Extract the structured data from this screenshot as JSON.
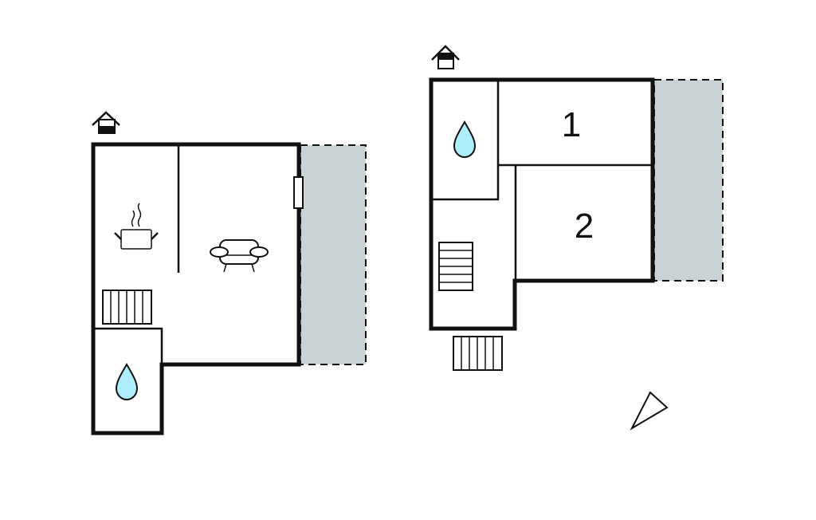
{
  "floors": [
    {
      "name": "ground-floor",
      "rooms": [
        "kitchen",
        "living-room",
        "bathroom"
      ],
      "icons": [
        "house-entrance-icon",
        "cooking-pot-icon",
        "sofa-icon",
        "stairs-icon",
        "water-drop-icon"
      ]
    },
    {
      "name": "upper-floor",
      "rooms": [
        {
          "label": "1"
        },
        {
          "label": "2"
        }
      ],
      "icons": [
        "house-entrance-icon",
        "water-drop-icon",
        "stairs-icon"
      ]
    }
  ],
  "colors": {
    "terrace": "#c9d3d5",
    "water": "#aeeefa",
    "wall": "#111111"
  }
}
